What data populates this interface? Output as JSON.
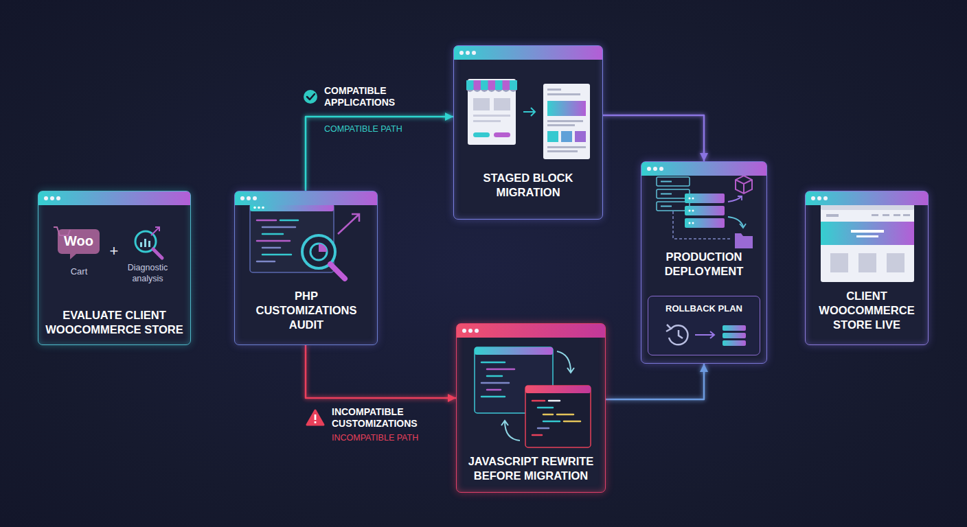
{
  "diagram": {
    "nodes": [
      {
        "text": [
          "Woo",
          "+",
          "Cart",
          "Diagnostic analysis",
          "EVALUATE CLIENT WOOCOMMERCE STORE"
        ]
      },
      {
        "text": [
          "PHP CUSTOMIZATIONS AUDIT"
        ]
      },
      {
        "text": [
          "STAGED BLOCK MIGRATION"
        ]
      },
      {
        "text": [
          "JAVASCRIPT REWRITE BEFORE MIGRATION"
        ]
      },
      {
        "text": [
          "PRODUCTION DEPLOYMENT"
        ]
      },
      {
        "text": [
          "ROLLBACK PLAN"
        ],
        "in": 4
      },
      {
        "text": [
          "CLIENT WOOCOMMERCE STORE LIVE"
        ]
      }
    ],
    "edges": [
      {
        "from": 0,
        "to": 1,
        "arrow": "to"
      },
      {
        "from": 1,
        "to": 2,
        "arrow": "to",
        "label": "COMPATIBLE APPLICATIONS"
      },
      {
        "from": 1,
        "to": 3,
        "arrow": "to",
        "label": "INCOMPATIBLE CUSTOMIZATIONS"
      },
      {
        "from": 3,
        "to": 2,
        "arrow": "to"
      },
      {
        "from": 2,
        "to": 4,
        "arrow": "to"
      },
      {
        "from": 3,
        "to": 4,
        "arrow": "to"
      },
      {
        "from": 4,
        "to": 6,
        "arrow": "to"
      }
    ],
    "labels": [
      "COMPATIBLE PATH",
      "INCOMPATIBLE PATH"
    ]
  }
}
